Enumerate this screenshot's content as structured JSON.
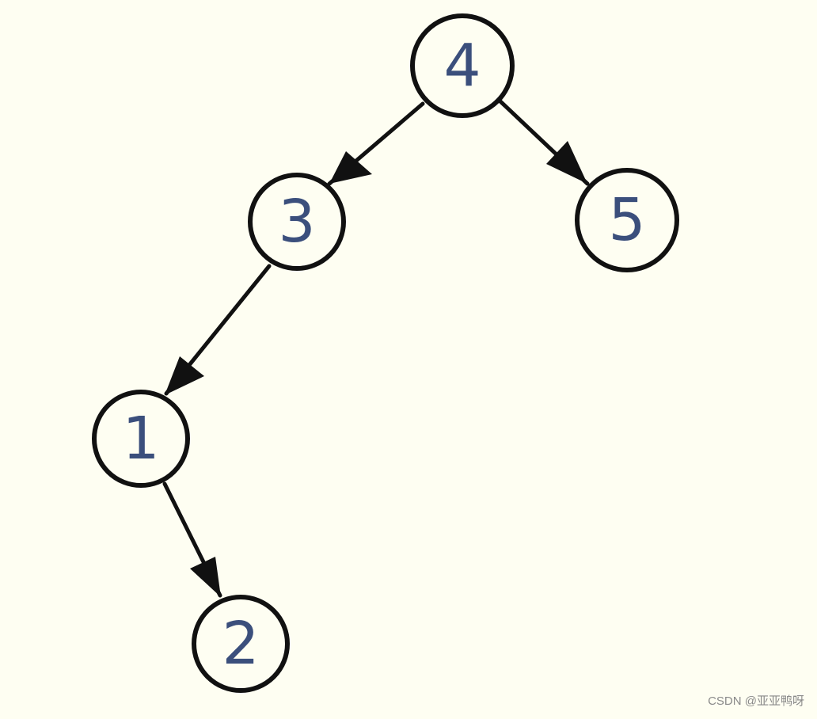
{
  "tree": {
    "nodes": [
      {
        "id": "n4",
        "label": "4"
      },
      {
        "id": "n3",
        "label": "3"
      },
      {
        "id": "n5",
        "label": "5"
      },
      {
        "id": "n1",
        "label": "1"
      },
      {
        "id": "n2",
        "label": "2"
      }
    ],
    "edges": [
      {
        "from": "4",
        "to": "3"
      },
      {
        "from": "4",
        "to": "5"
      },
      {
        "from": "3",
        "to": "1"
      },
      {
        "from": "1",
        "to": "2"
      }
    ]
  },
  "colors": {
    "background": "#fefef2",
    "stroke": "#111111",
    "label": "#3b4f7c",
    "watermark": "#8a8a8a"
  },
  "watermark": "CSDN @亚亚鸭呀"
}
